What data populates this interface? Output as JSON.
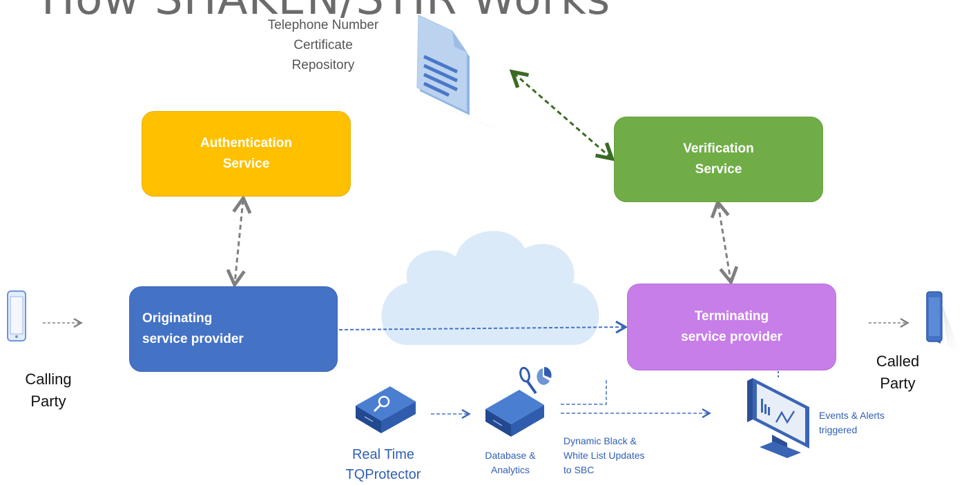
{
  "header": {
    "title_fragment": "How SHAKEN/STIR Works"
  },
  "repository": {
    "label": "Telephone Number\nCertificate\nRepository"
  },
  "boxes": {
    "authentication": "Authentication\nService",
    "verification": "Verification\nService",
    "originating": "Originating\nservice provider",
    "terminating": "Terminating\nservice provider"
  },
  "parties": {
    "calling": "Calling\nParty",
    "called": "Called\nParty"
  },
  "monitoring": {
    "realtime": "Real Time\nTQProtector",
    "database": "Database &\nAnalytics",
    "dynamic": "Dynamic Black &\nWhite List Updates\nto SBC",
    "events": "Events & Alerts\ntriggered"
  },
  "colors": {
    "authentication": "#ffc000",
    "verification": "#70ad47",
    "originating": "#4472c4",
    "terminating": "#c77ee8",
    "cloud": "#dbeaf8",
    "device_blue": "#3a65b5",
    "arrow_gray": "#7f7f7f",
    "arrow_green": "#3b6b23"
  },
  "icons": [
    "document-icon",
    "phone-icon",
    "cloud-icon",
    "appliance-icon",
    "magnifier-icon",
    "pie-chart-icon",
    "monitor-icon"
  ]
}
